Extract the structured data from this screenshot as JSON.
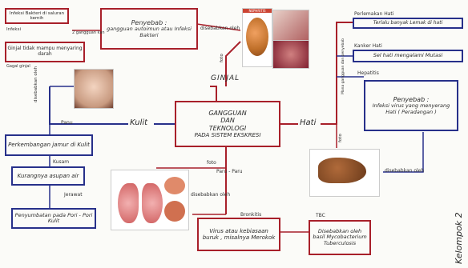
{
  "center": {
    "line1": "GANGGUAN",
    "line2": "DAN",
    "line3": "TEKNOLOGI",
    "line4": "PADA SISTEM EKSKRESI"
  },
  "ginjal": {
    "label": "GINJAL",
    "foto_label": "foto",
    "penyebab_connector": "disebabkan oleh",
    "penyebab_title": "Penyebab :",
    "penyebab_text": "gangguan autoimun atau Infeksi Bakteri",
    "connector_2": "2 gangguan kan",
    "left_box1": "Infeksi Bakteri di saluran kemih",
    "left_box1b": "Infeksi",
    "left_box2": "Ginjal tidak mampu menyaring darah",
    "left_note": "Gagal ginjal",
    "photo_caption": "NEPHRITIS"
  },
  "hati": {
    "label": "Hati",
    "foto_label": "foto",
    "disebabkan": "disebabkan oleh",
    "perlemakan_label": "Perlemakan Hati",
    "perlemakan_text": "Terlalu banyak Lemak di hati",
    "kanker_label": "Kanker Hati",
    "kanker_text": "Sel hati mengalami Mutasi",
    "hepatitis_label": "Hepatitis",
    "penyebab_title": "Penyebab :",
    "penyebab_text": "Infeksi virus yang menyerang Hati ( Peradangan )",
    "vertical_connector": "Mana gangguan dan penyebab"
  },
  "kulit": {
    "label": "Kulit",
    "disebabkan": "disebabkan oleh",
    "panu": "Panu",
    "box1": "Perkembangan jamur di Kulit",
    "kusam": "Kusam",
    "box2": "Kurangnya asupan air",
    "jerawat": "Jerawat",
    "box3": "Penyumbatan pada Pori - Pori Kulit"
  },
  "paru": {
    "label": "Paru - Paru",
    "foto_label": "foto",
    "disebabkan": "disebabkan oleh",
    "bronkitis_label": "Bronkitis",
    "bronkitis_text": "Virus atau kebiasaan buruk , misalnya Merokok",
    "tbc_label": "TBC",
    "tbc_text": "Disebabkan oleh basil Mycobacterium Tuberculosis"
  },
  "group_label": "Kelompok 2"
}
